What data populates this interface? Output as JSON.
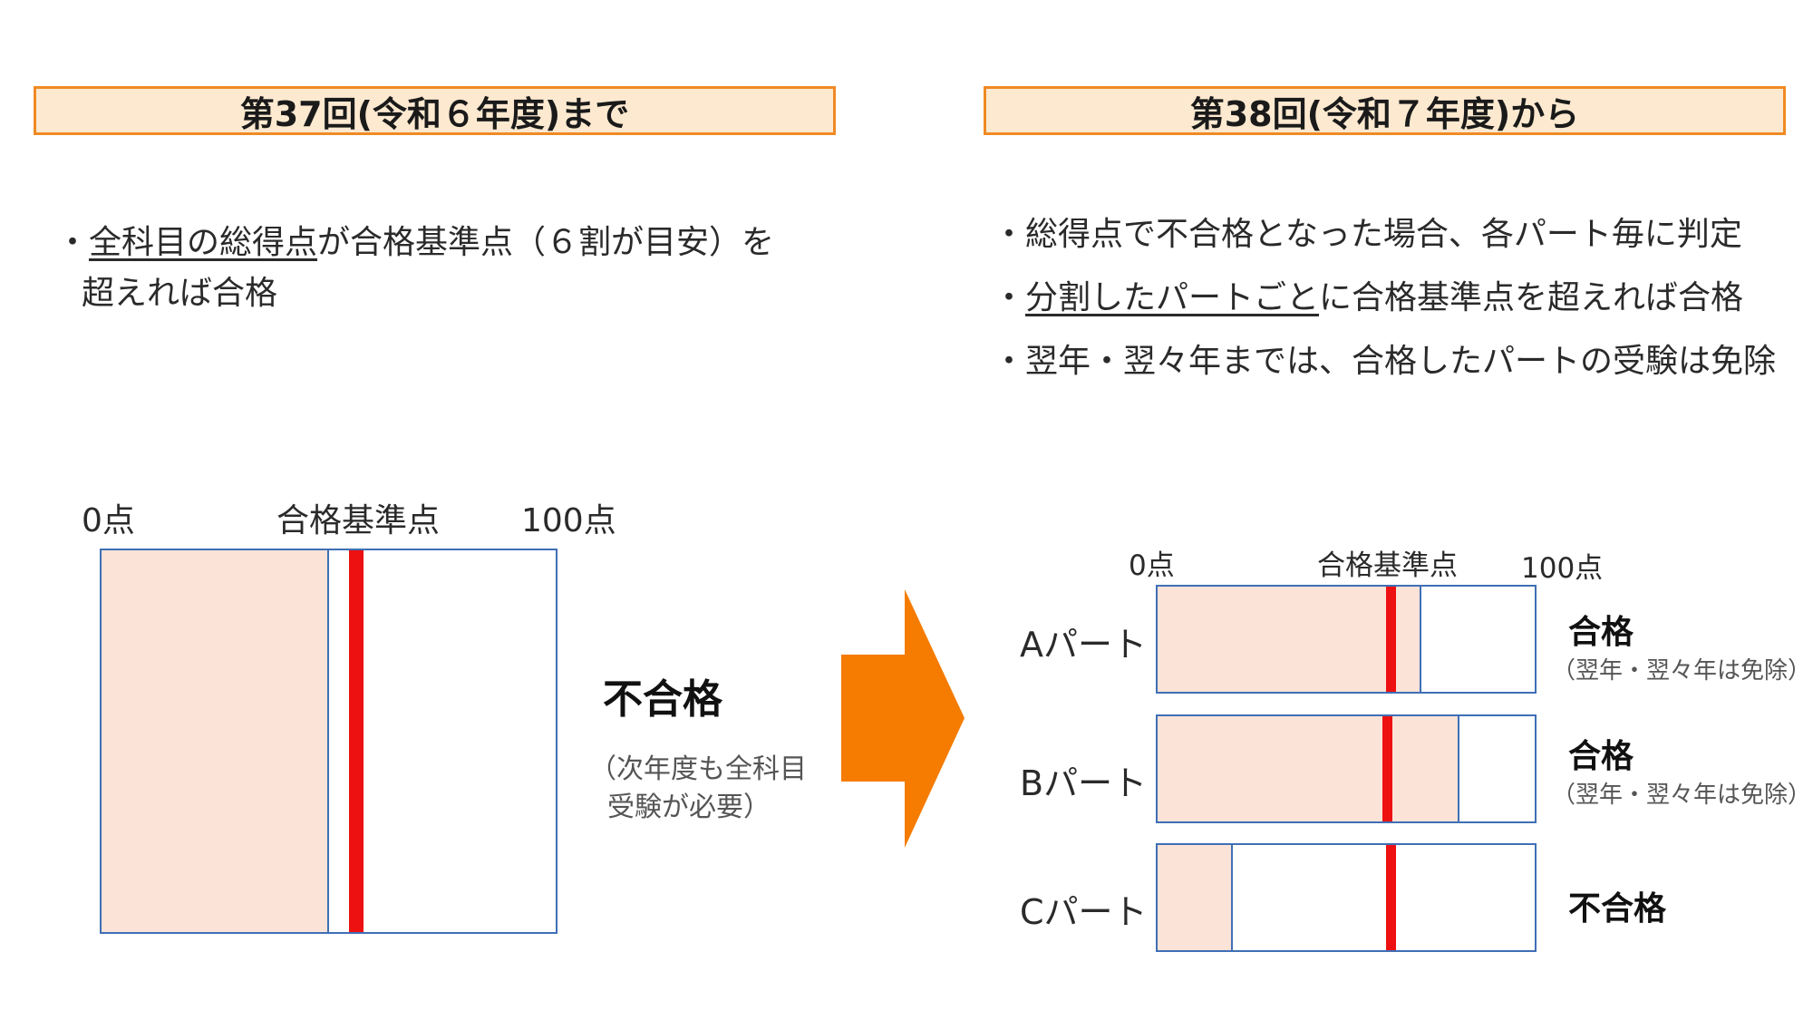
{
  "left": {
    "header": "第37回(令和６年度)まで",
    "bullet_underlined": "全科目の総得点",
    "bullet_rest_line1": "が合格基準点（６割が目安）を",
    "bullet_line2": "超えれば合格",
    "scale": {
      "min_label": "0点",
      "mid_label": "合格基準点",
      "max_label": "100点"
    },
    "bar": {
      "fill_fraction": 0.5,
      "threshold_fraction": 0.56
    },
    "result": "不合格",
    "note_line1": "（次年度も全科目",
    "note_line2": "受験が必要）"
  },
  "right": {
    "header": "第38回(令和７年度)から",
    "bullets": [
      {
        "underlined": "",
        "rest": "総得点で不合格となった場合、各パート毎に判定"
      },
      {
        "underlined": "分割したパートごと",
        "rest": "に合格基準点を超えれば合格"
      },
      {
        "underlined": "",
        "rest": "翌年・翌々年までは、合格したパートの受験は免除"
      }
    ],
    "scale": {
      "min_label": "0点",
      "mid_label": "合格基準点",
      "max_label": "100点"
    },
    "parts": [
      {
        "name": "Aパート",
        "fill_fraction": 0.7,
        "threshold_fraction": 0.62,
        "result": "合格",
        "note": "（翌年・翌々年は免除）"
      },
      {
        "name": "Bパート",
        "fill_fraction": 0.8,
        "threshold_fraction": 0.61,
        "result": "合格",
        "note": "（翌年・翌々年は免除）"
      },
      {
        "name": "Cパート",
        "fill_fraction": 0.2,
        "threshold_fraction": 0.62,
        "result": "不合格",
        "note": ""
      }
    ]
  },
  "colors": {
    "header_bg": "#fde9d0",
    "header_border": "#f08a24",
    "fill": "#fbe3d8",
    "bar_border": "#3f6fb5",
    "threshold": "#ee1111",
    "arrow": "#f57c00"
  }
}
